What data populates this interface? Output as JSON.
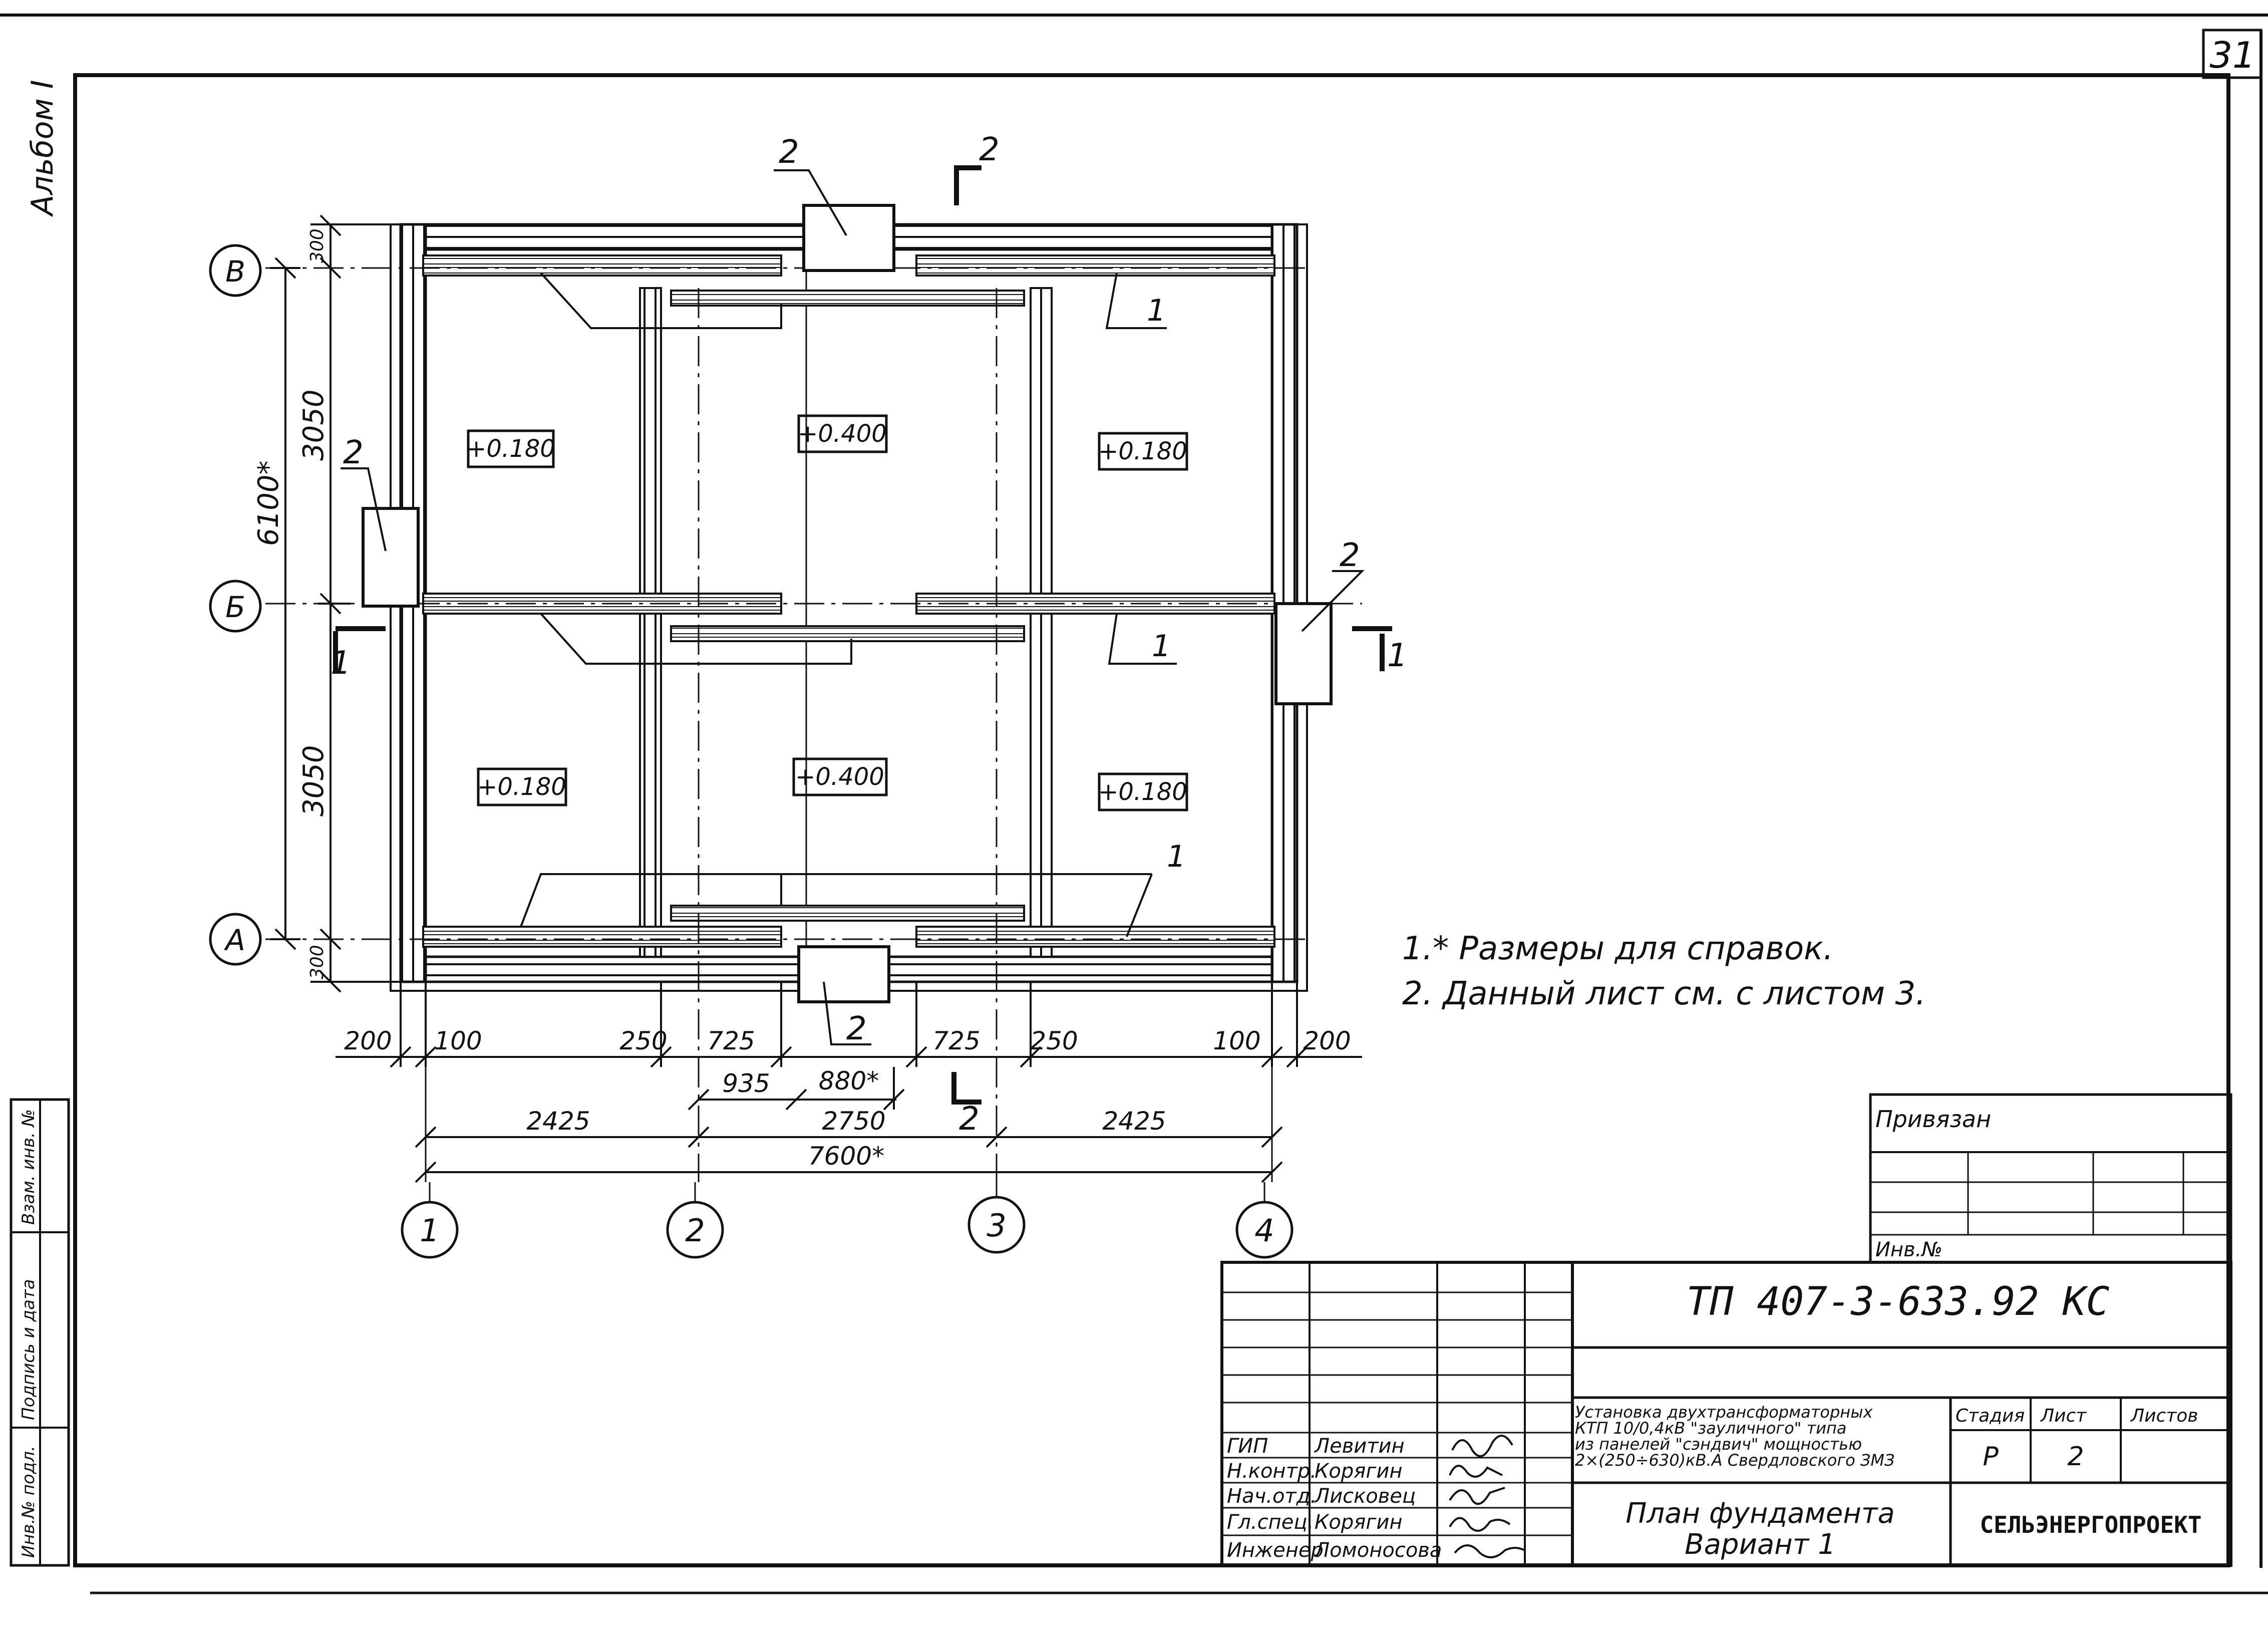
{
  "sheet": {
    "page_number": "31",
    "album_label": "Альбом I"
  },
  "side_stamp": {
    "cells": [
      "Инв.№ подл.",
      "Подпись и дата",
      "Взам. инв. №"
    ]
  },
  "axes": {
    "rows": [
      "В",
      "Б",
      "А"
    ],
    "columns": [
      "1",
      "2",
      "3",
      "4"
    ]
  },
  "rooms": {
    "levels": [
      "+0.180",
      "+0.400",
      "+0.180",
      "+0.180",
      "+0.400",
      "+0.180"
    ]
  },
  "callouts": {
    "pos1": "1",
    "pos2": "2"
  },
  "sections": {
    "s1": "1",
    "s2": "2"
  },
  "dimensions": {
    "vertical": {
      "overall": "6100*",
      "upper_bay": "3050",
      "lower_bay": "3050",
      "top_offset": "300",
      "bottom_offset": "300"
    },
    "bottom_row1": [
      "200",
      "100",
      "250",
      "725",
      "725",
      "250",
      "100",
      "200"
    ],
    "bottom_row2": {
      "a": "935",
      "b": "880*"
    },
    "bottom_row3": [
      "2425",
      "2750",
      "2425"
    ],
    "overall": "7600*"
  },
  "notes": [
    "1.* Размеры для справок.",
    "2. Данный лист см. с листом 3."
  ],
  "tie_block": {
    "tied_label": "Привязан",
    "inv_label": "Инв.№"
  },
  "title_block": {
    "doc_code": "ТП 407-3-633.92 КС",
    "project_description": [
      "Установка двухтрансформаторных",
      "КТП 10/0,4кВ \"зауличного\" типа",
      "из панелей \"сэндвич\" мощностью",
      "2×(250÷630)кВ.А Свердловского ЗМЗ"
    ],
    "stage_header": "Стадия",
    "sheet_header": "Лист",
    "sheets_header": "Листов",
    "stage_value": "Р",
    "sheet_value": "2",
    "sheet_title": [
      "План фундамента",
      "Вариант 1"
    ],
    "org": "СЕЛЬЭНЕРГОПРОЕКТ",
    "signatures": [
      {
        "role": "ГИП",
        "name": "Левитин"
      },
      {
        "role": "Н.контр.",
        "name": "Корягин"
      },
      {
        "role": "Нач.отд.",
        "name": "Лисковец"
      },
      {
        "role": "Гл.спец.",
        "name": "Корягин"
      },
      {
        "role": "Инженер",
        "name": "Ломоносова"
      }
    ]
  }
}
